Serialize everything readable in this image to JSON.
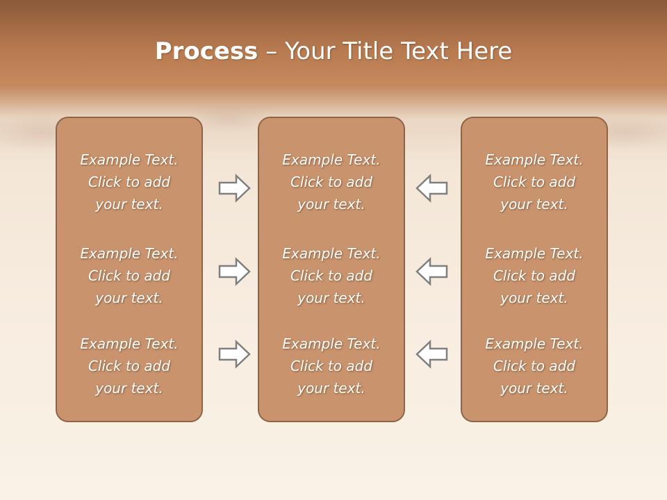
{
  "slide": {
    "title_bold": "Process",
    "title_rest": " – Your Title Text Here"
  },
  "columns": [
    {
      "items": [
        "Example Text.\nClick  to add\nyour text.",
        "Example Text.\nClick  to add\nyour text.",
        "Example Text.\nClick  to add\nyour text."
      ]
    },
    {
      "items": [
        "Example Text.\nClick  to add\nyour text.",
        "Example Text.\nClick  to add\nyour text.",
        "Example Text.\nClick  to add\nyour text."
      ]
    },
    {
      "items": [
        "Example Text.\nClick  to add\nyour text.",
        "Example Text.\nClick  to add\nyour text.",
        "Example Text.\nClick  to add\nyour text."
      ]
    }
  ],
  "arrows": {
    "left_group": "right-arrow-icon",
    "right_group": "left-arrow-icon"
  },
  "colors": {
    "box_fill": "#c8936d",
    "box_border": "#8e6446",
    "header": "#b87a4f",
    "background": "#f7ecdf"
  }
}
